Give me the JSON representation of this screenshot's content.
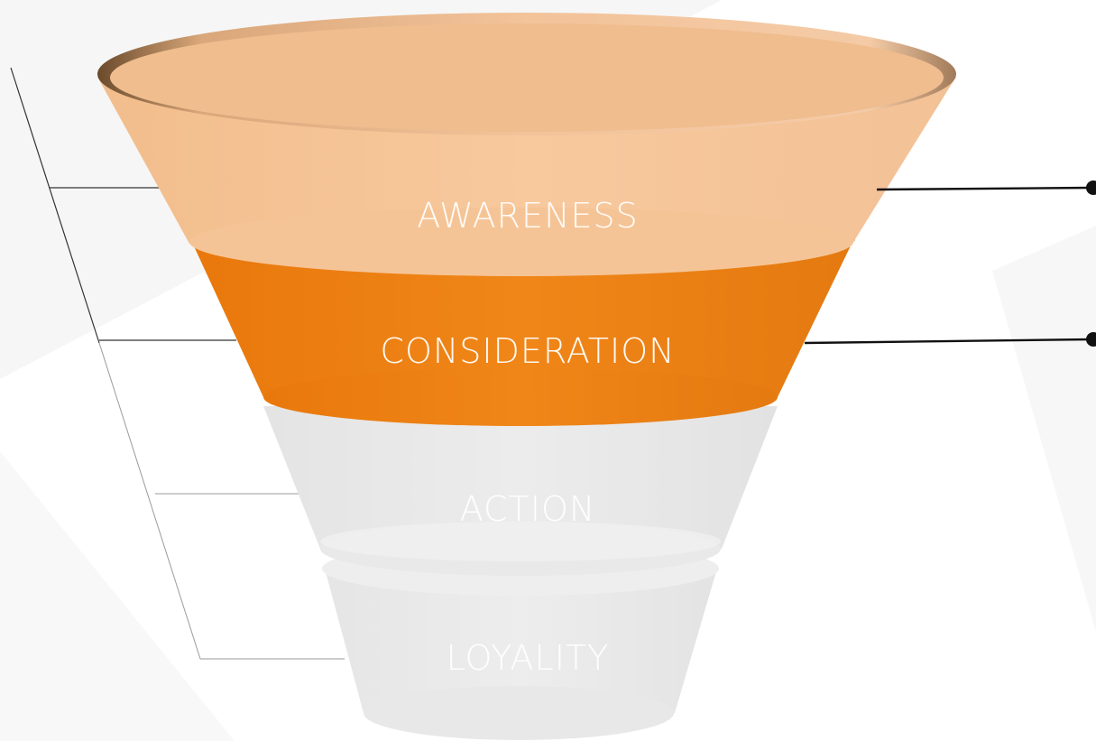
{
  "stages": [
    {
      "label": "AWARENESS",
      "color": "#F7C89B"
    },
    {
      "label": "CONSIDERATION",
      "color": "#EE8215"
    },
    {
      "label": "ACTION",
      "color": "#E9E9E9"
    },
    {
      "label": "LOYALITY",
      "color": "#EBEBEB"
    }
  ]
}
